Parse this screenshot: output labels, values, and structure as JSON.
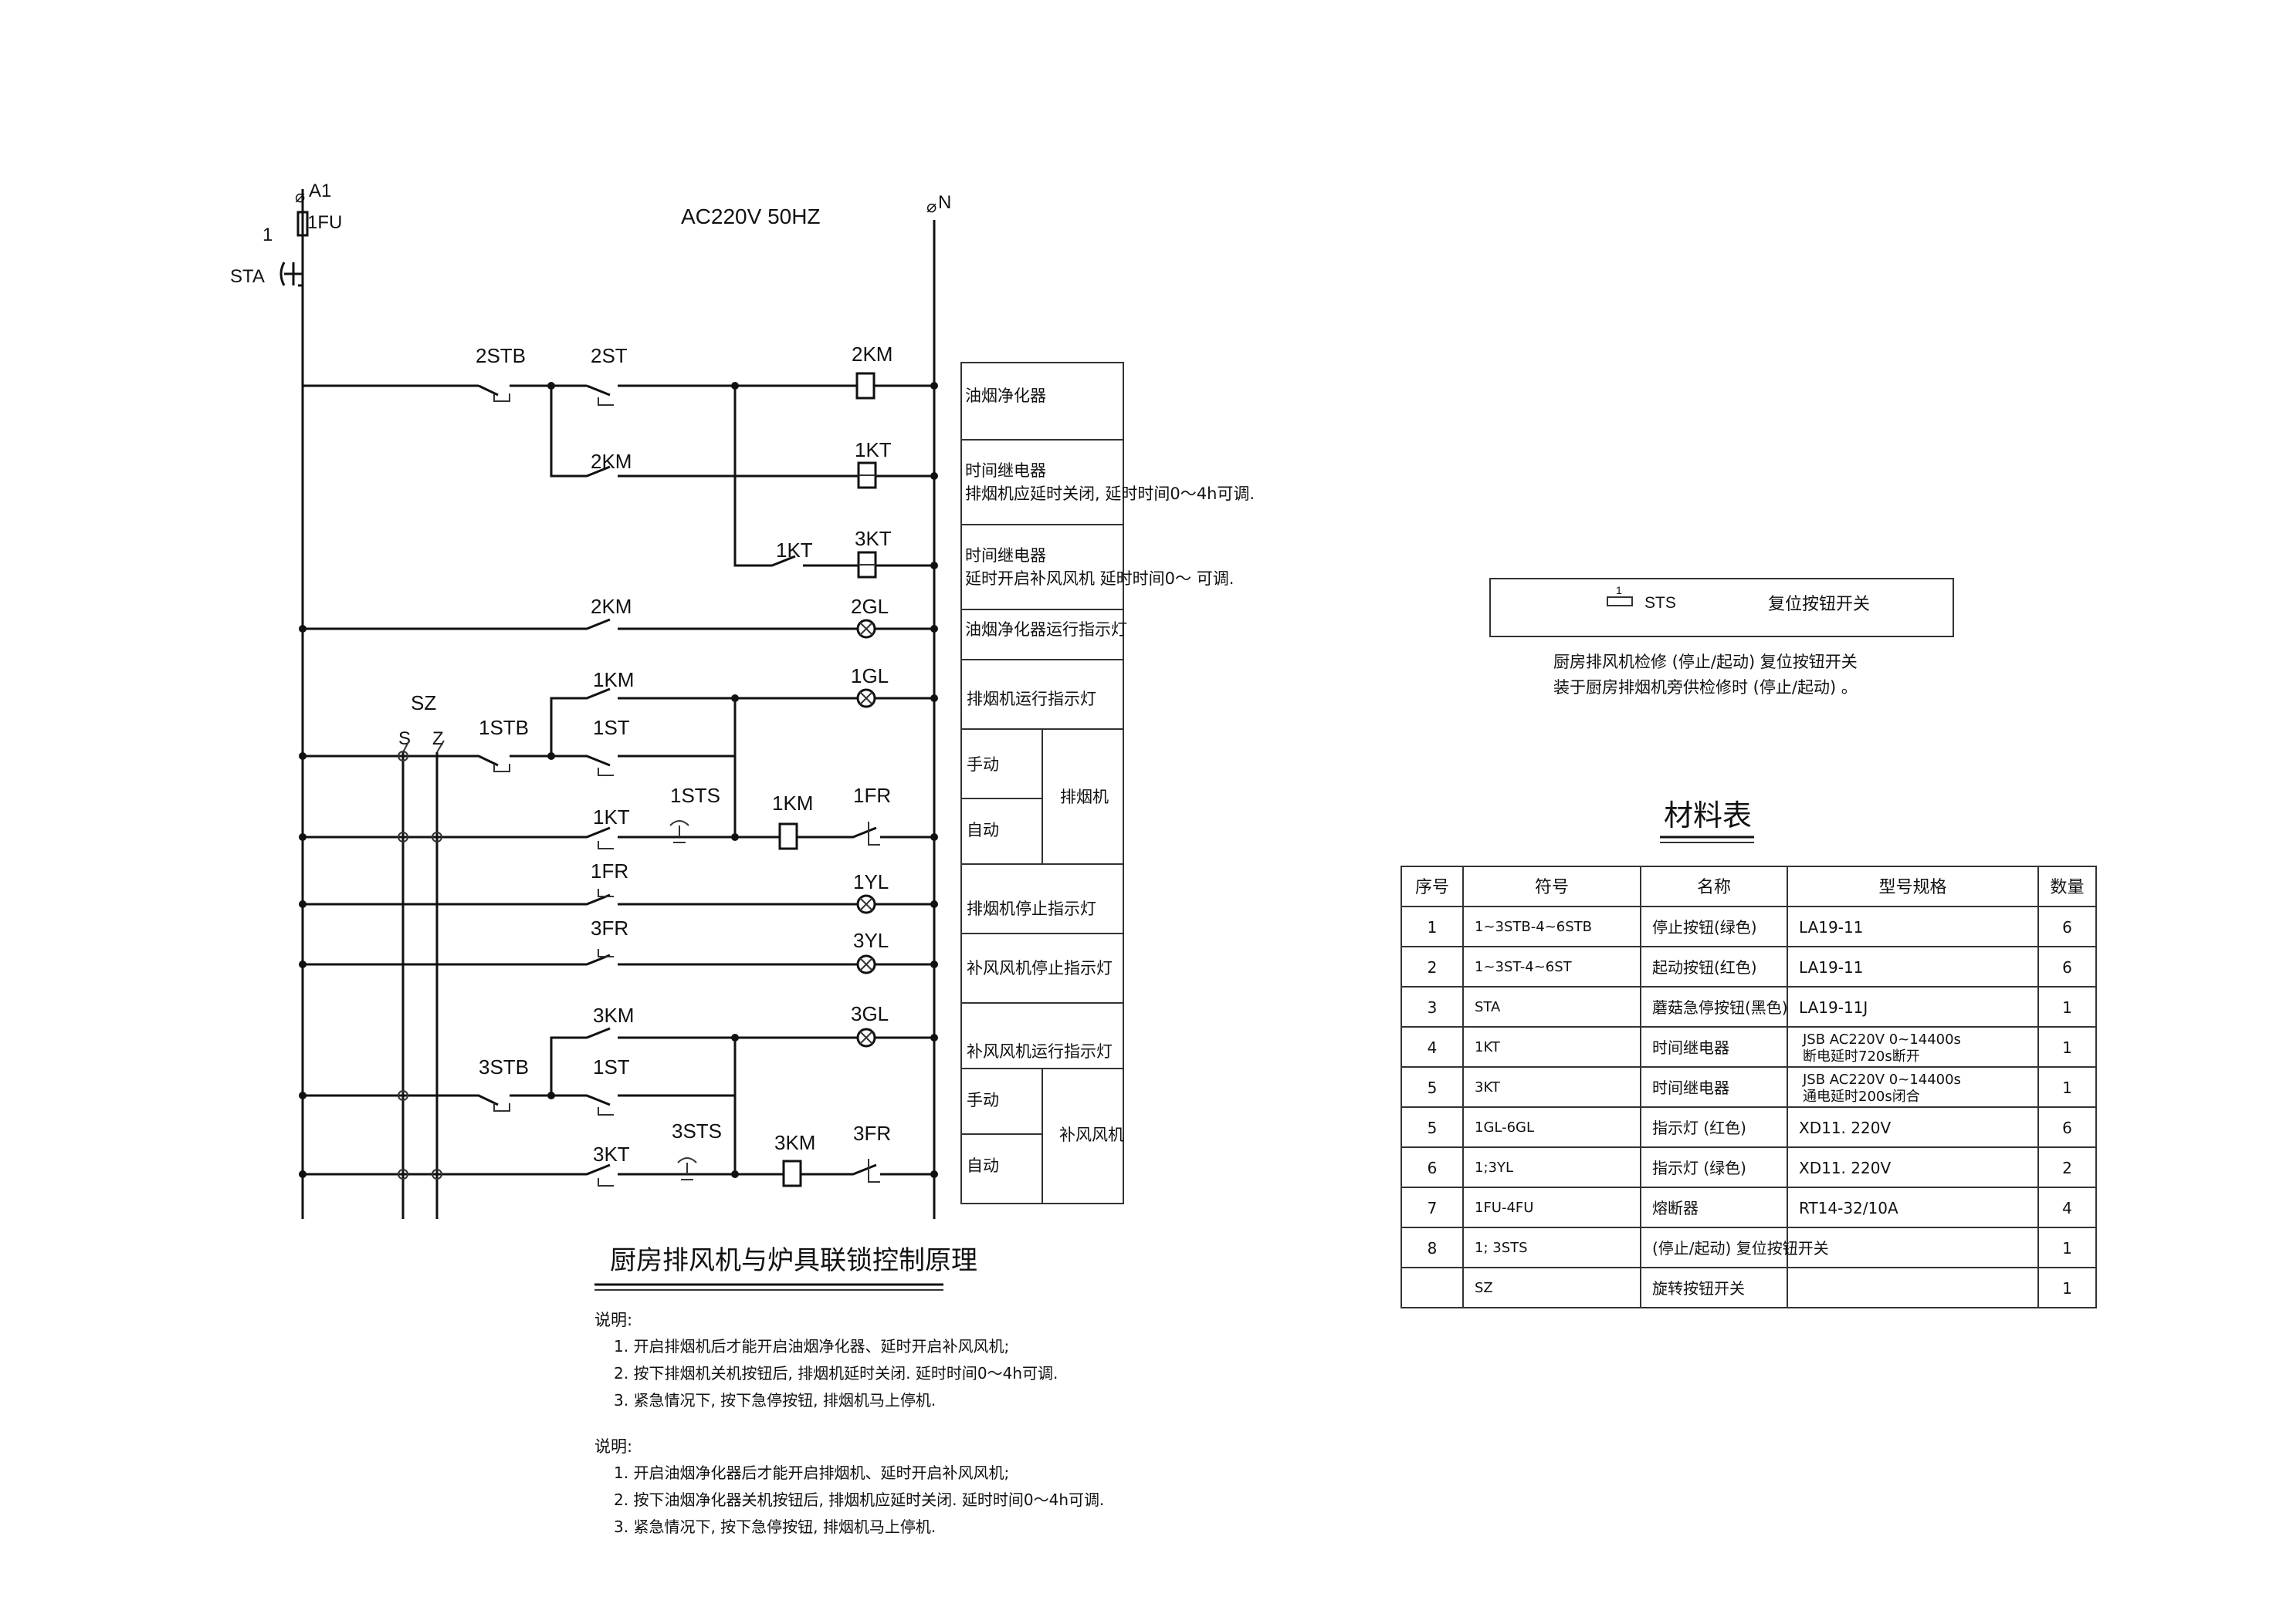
{
  "supply": {
    "label": "AC220V   50HZ",
    "phase": "A1",
    "neutral": "N",
    "fuse": "1FU",
    "stop_num": "1",
    "stop_label": "STA",
    "switch_label": "SZ",
    "switch_s": "S",
    "switch_z": "Z"
  },
  "component_labels": {
    "stb2": "2STB",
    "st2": "2ST",
    "km2_coil": "2KM",
    "km2_aux": "2KM",
    "kt1_coil": "1KT",
    "kt1_contact": "1KT",
    "kt3_coil": "3KT",
    "km2_lamp": "2KM",
    "gl2": "2GL",
    "km1_aux": "1KM",
    "gl1": "1GL",
    "stb1": "1STB",
    "st1": "1ST",
    "kt1_nc": "1KT",
    "sts1": "1STS",
    "km1_coil": "1KM",
    "fr1": "1FR",
    "fr1_nc": "1FR",
    "yl1": "1YL",
    "fr3_nc": "3FR",
    "yl3": "3YL",
    "km3_aux": "3KM",
    "gl3": "3GL",
    "stb3": "3STB",
    "st3": "1ST",
    "sts3": "3STS",
    "kt3_contact": "3KT",
    "km3_coil": "3KM",
    "fr3": "3FR"
  },
  "annotations": {
    "purifier": "油烟净化器",
    "relay1_title": "时间继电器",
    "relay1_desc": "排烟机应延时关闭, 延时时间0～4h可调.",
    "relay2_title": "时间继电器",
    "relay2_desc": "延时开启补风风机  延时时间0～    可调.",
    "purifier_lamp": "油烟净化器运行指示灯",
    "exhaust_run_lamp": "排烟机运行指示灯",
    "manual": "手动",
    "auto": "自动",
    "exhaust_fan": "排烟机",
    "exhaust_stop_lamp": "排烟机停止指示灯",
    "supply_stop_lamp": "补风风机停止指示灯",
    "supply_run_lamp": "补风风机运行指示灯",
    "manual2": "手动",
    "auto2": "自动",
    "supply_fan": "补风风机"
  },
  "title": "厨房排风机与炉具联锁控制原理",
  "notes": {
    "heading1": "说明:",
    "set1": [
      "1. 开启排烟机后才能开启油烟净化器、延时开启补风风机;",
      "2. 按下排烟机关机按钮后, 排烟机延时关闭. 延时时间0～4h可调.",
      "3. 紧急情况下, 按下急停按钮, 排烟机马上停机."
    ],
    "heading2": "说明:",
    "set2": [
      "1. 开启油烟净化器后才能开启排烟机、延时开启补风风机;",
      "2. 按下油烟净化器关机按钮后, 排烟机应延时关闭. 延时时间0～4h可调.",
      "3. 紧急情况下, 按下急停按钮, 排烟机马上停机."
    ]
  },
  "legend": {
    "num": "1",
    "symbol": "STS",
    "desc": "复位按钮开关",
    "note1": "厨房排风机检修 (停止/起动) 复位按钮开关",
    "note2": "装于厨房排烟机旁供检修时 (停止/起动) 。"
  },
  "materials": {
    "title": "材料表",
    "headers": [
      "序号",
      "符号",
      "名称",
      "型号规格",
      "数量"
    ],
    "rows": [
      [
        "1",
        "1~3STB-4~6STB",
        "停止按钮(绿色)",
        "LA19-11",
        "6"
      ],
      [
        "2",
        "1~3ST-4~6ST",
        "起动按钮(红色)",
        "LA19-11",
        "6"
      ],
      [
        "3",
        "STA",
        "蘑菇急停按钮(黑色)",
        "LA19-11J",
        "1"
      ],
      [
        "4",
        "1KT",
        "时间继电器",
        "JSB AC220V 0~14400s|断电延时720s断开",
        "1"
      ],
      [
        "5",
        "3KT",
        "时间继电器",
        "JSB AC220V 0~14400s|通电延时200s闭合",
        "1"
      ],
      [
        "5",
        "1GL-6GL",
        "指示灯 (红色)",
        "XD11. 220V",
        "6"
      ],
      [
        "6",
        "1;3YL",
        "指示灯 (绿色)",
        "XD11. 220V",
        "2"
      ],
      [
        "7",
        "1FU-4FU",
        "熔断器",
        "RT14-32/10A",
        "4"
      ],
      [
        "8",
        "1; 3STS",
        "(停止/起动) 复位按钮开关",
        "",
        "1"
      ],
      [
        "",
        "SZ",
        "旋转按钮开关",
        "",
        "1"
      ]
    ]
  }
}
